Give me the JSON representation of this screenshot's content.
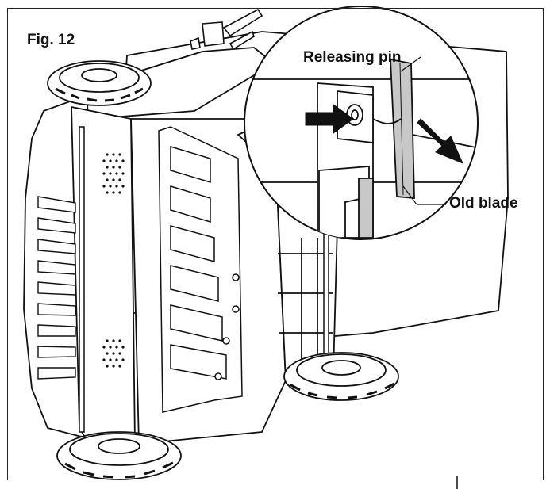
{
  "figure": {
    "label": "Fig. 12"
  },
  "callouts": {
    "releasing_pin": "Releasing pin",
    "old_blade": "Old blade"
  },
  "colors": {
    "line": "#111111",
    "blade_fill": "#c8c8c8",
    "background": "#ffffff"
  }
}
